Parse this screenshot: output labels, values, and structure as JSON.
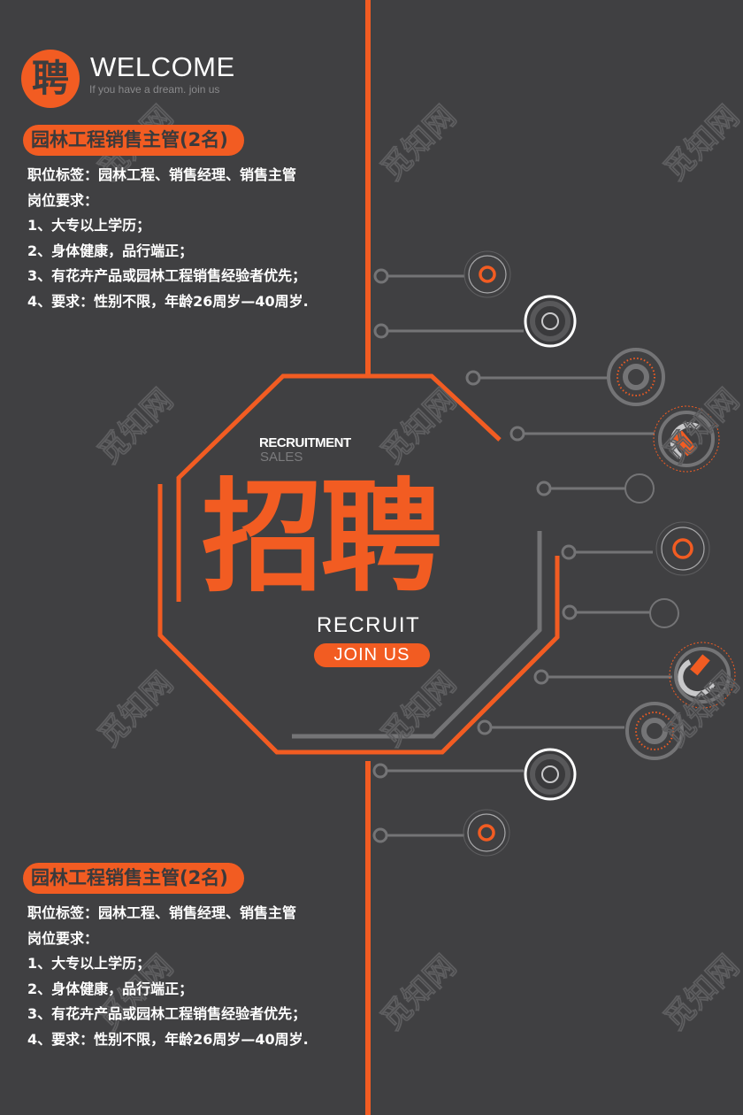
{
  "header": {
    "logo_char": "聘",
    "title": "WELCOME",
    "tagline": "If you have a dream. join us"
  },
  "jobs": [
    {
      "title": "园林工程销售主管(2名)",
      "lines": [
        "职位标签：园林工程、销售经理、销售主管",
        "岗位要求：",
        "1、大专以上学历；",
        "2、身体健康，品行端正；",
        "3、有花卉产品或园林工程销售经验者优先；",
        "4、要求：性别不限，年龄26周岁—40周岁."
      ]
    },
    {
      "title": "园林工程销售主管(2名)",
      "lines": [
        "职位标签：园林工程、销售经理、销售主管",
        "岗位要求：",
        "1、大专以上学历；",
        "2、身体健康，品行端正；",
        "3、有花卉产品或园林工程销售经验者优先；",
        "4、要求：性别不限，年龄26周岁—40周岁."
      ]
    }
  ],
  "center": {
    "subtitle_top": "RECRUITMENT",
    "subtitle_sub": "SALES",
    "main_title": "招聘",
    "recruit": "RECRUIT",
    "join_button": "JOIN US"
  },
  "watermark": "觅知网",
  "colors": {
    "background": "#404042",
    "accent": "#f25c22",
    "line_gray": "#747476",
    "text_white": "#ffffff"
  },
  "circuit_icons": [
    "target-icon",
    "disc-icon",
    "dotted-ring-icon",
    "gauge-icon",
    "empty-ring-icon"
  ]
}
